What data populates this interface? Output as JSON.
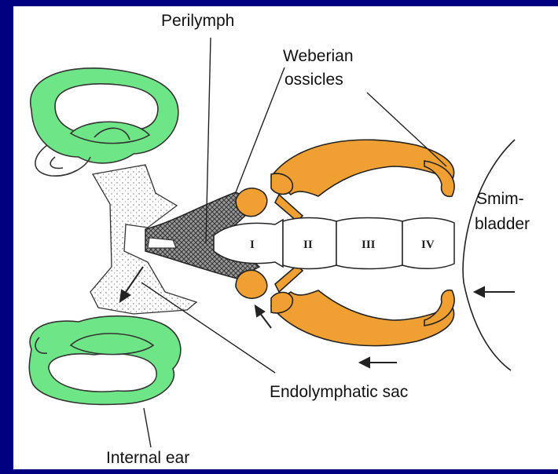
{
  "colors": {
    "background": "#000080",
    "panel": "#ffffff",
    "inner_ear": "#6ee687",
    "ossicles": "#f0a033",
    "outline": "#222222"
  },
  "labels": {
    "perilymph": "Perilymph",
    "weberian_1": "Weberian",
    "weberian_2": "ossicles",
    "swim_1": "Smim-",
    "swim_2": "bladder",
    "endolymphatic": "Endolymphatic sac",
    "internal_ear": "Internal ear"
  },
  "vertebrae": [
    "I",
    "II",
    "III",
    "IV"
  ]
}
